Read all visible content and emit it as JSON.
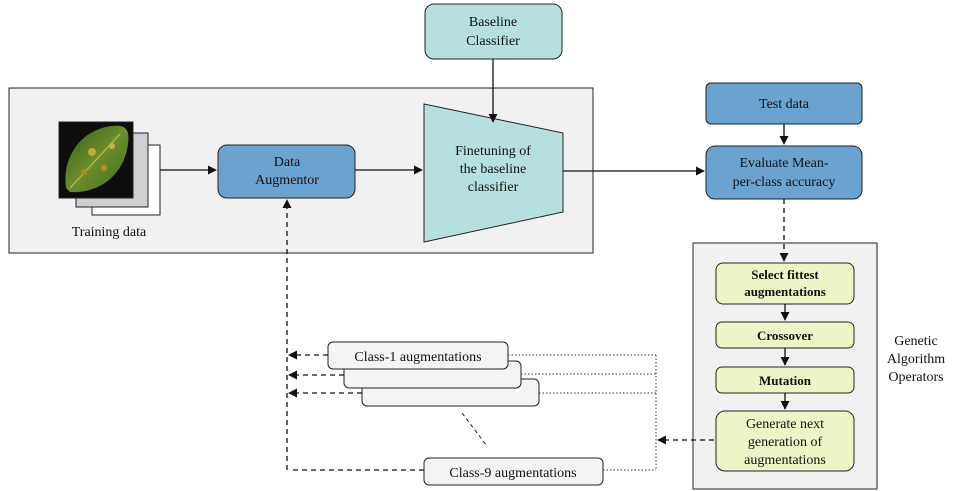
{
  "diagram": {
    "baseline": {
      "line1": "Baseline",
      "line2": "Classifier"
    },
    "test_data": "Test data",
    "data_augmentor": {
      "line1": "Data",
      "line2": "Augmentor"
    },
    "finetuning": {
      "line1": "Finetuning of",
      "line2": "the baseline",
      "line3": "classifier"
    },
    "evaluate": {
      "line1": "Evaluate Mean-",
      "line2": "per-class accuracy"
    },
    "training_data": "Training data",
    "ga_ops": {
      "select": {
        "line1": "Select fittest",
        "line2": "augmentations"
      },
      "crossover": "Crossover",
      "mutation": "Mutation",
      "generate": {
        "line1": "Generate next",
        "line2": "generation of",
        "line3": "augmentations"
      }
    },
    "ga_label": {
      "line1": "Genetic",
      "line2": "Algorithm",
      "line3": "Operators"
    },
    "class1": "Class-1 augmentations",
    "class9": "Class-9 augmentations"
  },
  "colors": {
    "teal_fill": "#b6e0df",
    "blue_fill": "#6aa3d0",
    "yellow_fill": "#eef4c6",
    "panel_fill": "#f1f1f1",
    "stroke": "#222222"
  }
}
